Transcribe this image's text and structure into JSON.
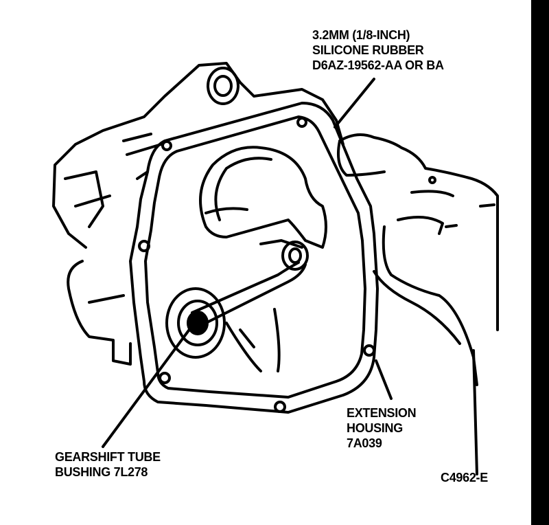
{
  "callouts": {
    "silicone": {
      "line1": "3.2mm (1/8-INCH)",
      "line2": "SILICONE RUBBER",
      "line3": "D6AZ-19562-AA OR BA"
    },
    "extension": {
      "line1": "EXTENSION",
      "line2": "HOUSING",
      "line3": "7A039"
    },
    "gearshift": {
      "line1": "GEARSHIFT TUBE",
      "line2": "BUSHING 7L278"
    },
    "figure_code": "C4962-E"
  },
  "colors": {
    "ink": "#000000",
    "paper": "#ffffff"
  }
}
